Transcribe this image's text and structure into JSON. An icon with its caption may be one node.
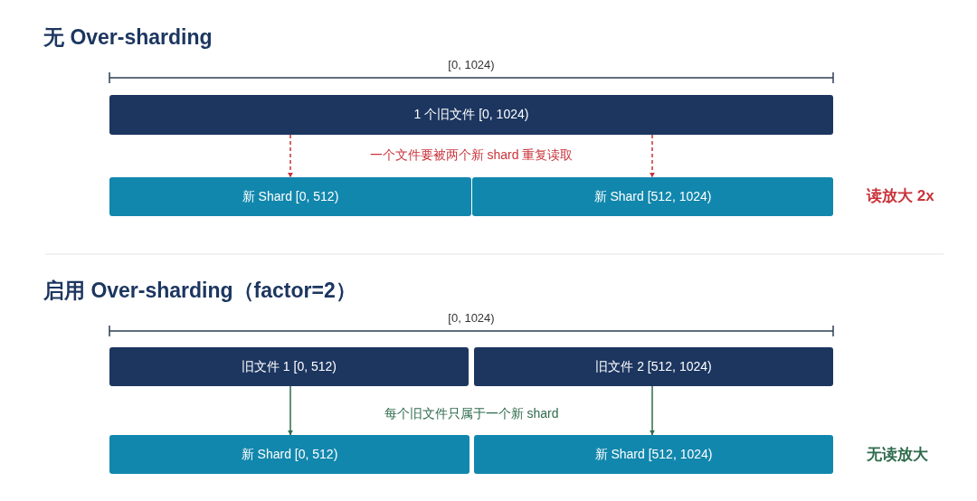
{
  "diagram": {
    "nodes": [
      {
        "text": [
          "1 个旧文件 [0, 1024)"
        ]
      },
      {
        "text": [
          "新 Shard [0, 512)"
        ]
      },
      {
        "text": [
          "新 Shard [512, 1024)"
        ]
      },
      {
        "text": [
          "旧文件 1 [0, 512)"
        ]
      },
      {
        "text": [
          "旧文件 2 [512, 1024)"
        ]
      },
      {
        "text": [
          "新 Shard [0, 512)"
        ]
      },
      {
        "text": [
          "新 Shard [512, 1024)"
        ]
      }
    ],
    "edges": [
      {
        "from": 0,
        "to": 1,
        "arrow": "to",
        "style": "dashed",
        "color": "#c8333a"
      },
      {
        "from": 0,
        "to": 2,
        "arrow": "to",
        "style": "dashed",
        "color": "#c8333a"
      },
      {
        "from": 3,
        "to": 5,
        "arrow": "to",
        "color": "#2f6b4c"
      },
      {
        "from": 4,
        "to": 6,
        "arrow": "to",
        "color": "#2f6b4c"
      }
    ],
    "labels": [
      "无 Over-sharding",
      "[0, 1024)",
      "一个文件要被两个新 shard 重复读取",
      "读放大 2x",
      "启用 Over-sharding（factor=2）",
      "[0, 1024)",
      "每个旧文件只属于一个新 shard",
      "无读放大"
    ]
  }
}
